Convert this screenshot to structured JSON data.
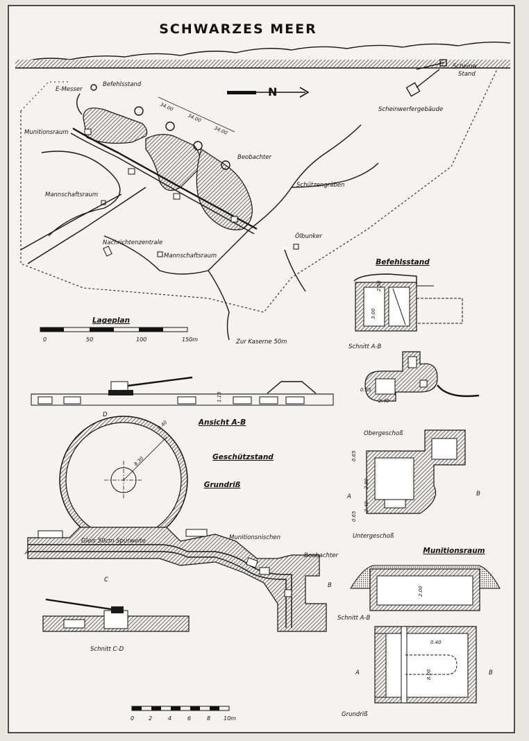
{
  "title": "SCHWARZES MEER",
  "north_label": "N",
  "site_plan": {
    "labels": {
      "e_messer": "E-Messer",
      "befehlsstand": "Befehlsstand",
      "munitionsraum": "Munitionsraum",
      "mannschaftsraum_1": "Mannschaftsraum",
      "nachrichtenzentrale": "Nachrichtenzentrale",
      "mannschaftsraum_2": "Mannschaftsraum",
      "beobachter": "Beobachter",
      "schuetzengraeben": "Schützengräben",
      "oelbunker": "Ölbunker",
      "scheinw_stand_1": "Scheinw.",
      "scheinw_stand_2": "Stand",
      "scheinwerfergebaeude": "Scheinwerfergebäude",
      "zur_kaserne": "Zur Kaserne 50m"
    },
    "dimensions": [
      "34.00",
      "34.00",
      "34.00"
    ],
    "caption": "Lageplan",
    "scale_ticks": [
      "0",
      "50",
      "100",
      "150m"
    ]
  },
  "befehlsstand": {
    "heading": "Befehlsstand",
    "dims": [
      "2.50",
      "3.00"
    ],
    "section_caption": "Schnitt A-B",
    "upper_dim": "0.65",
    "upper_dim2": "2.40",
    "upper_caption": "Obergeschoß",
    "lower_dims": [
      "0.65",
      "2.80",
      "2.40",
      "0.65"
    ],
    "lower_caption": "Untergeschoß",
    "section_a": "A",
    "section_b": "B"
  },
  "gun_emplacement": {
    "elevation_caption": "Ansicht A-B",
    "elevation_dim": "1.15",
    "marker_d": "D",
    "heading": "Geschützstand",
    "plan_caption": "Grundriß",
    "ring_dims": [
      "0.40",
      "8.30"
    ],
    "rail_label": "Gleis 50cm Spurweite",
    "niches_label": "Munitionsnischen",
    "observer_label": "Beobachter",
    "marker_a": "A",
    "marker_b": "B",
    "marker_c": "C",
    "section_cd_caption": "Schnitt C-D",
    "scale_ticks": [
      "0",
      "2",
      "4",
      "6",
      "8",
      "10m"
    ]
  },
  "munitionsraum_detail": {
    "heading": "Munitionsraum",
    "section_dim": "2.00",
    "section_caption": "Schnitt A-B",
    "plan_dims": [
      "0.40",
      "8.00"
    ],
    "plan_caption": "Grundriß",
    "marker_a": "A",
    "marker_b": "B"
  }
}
